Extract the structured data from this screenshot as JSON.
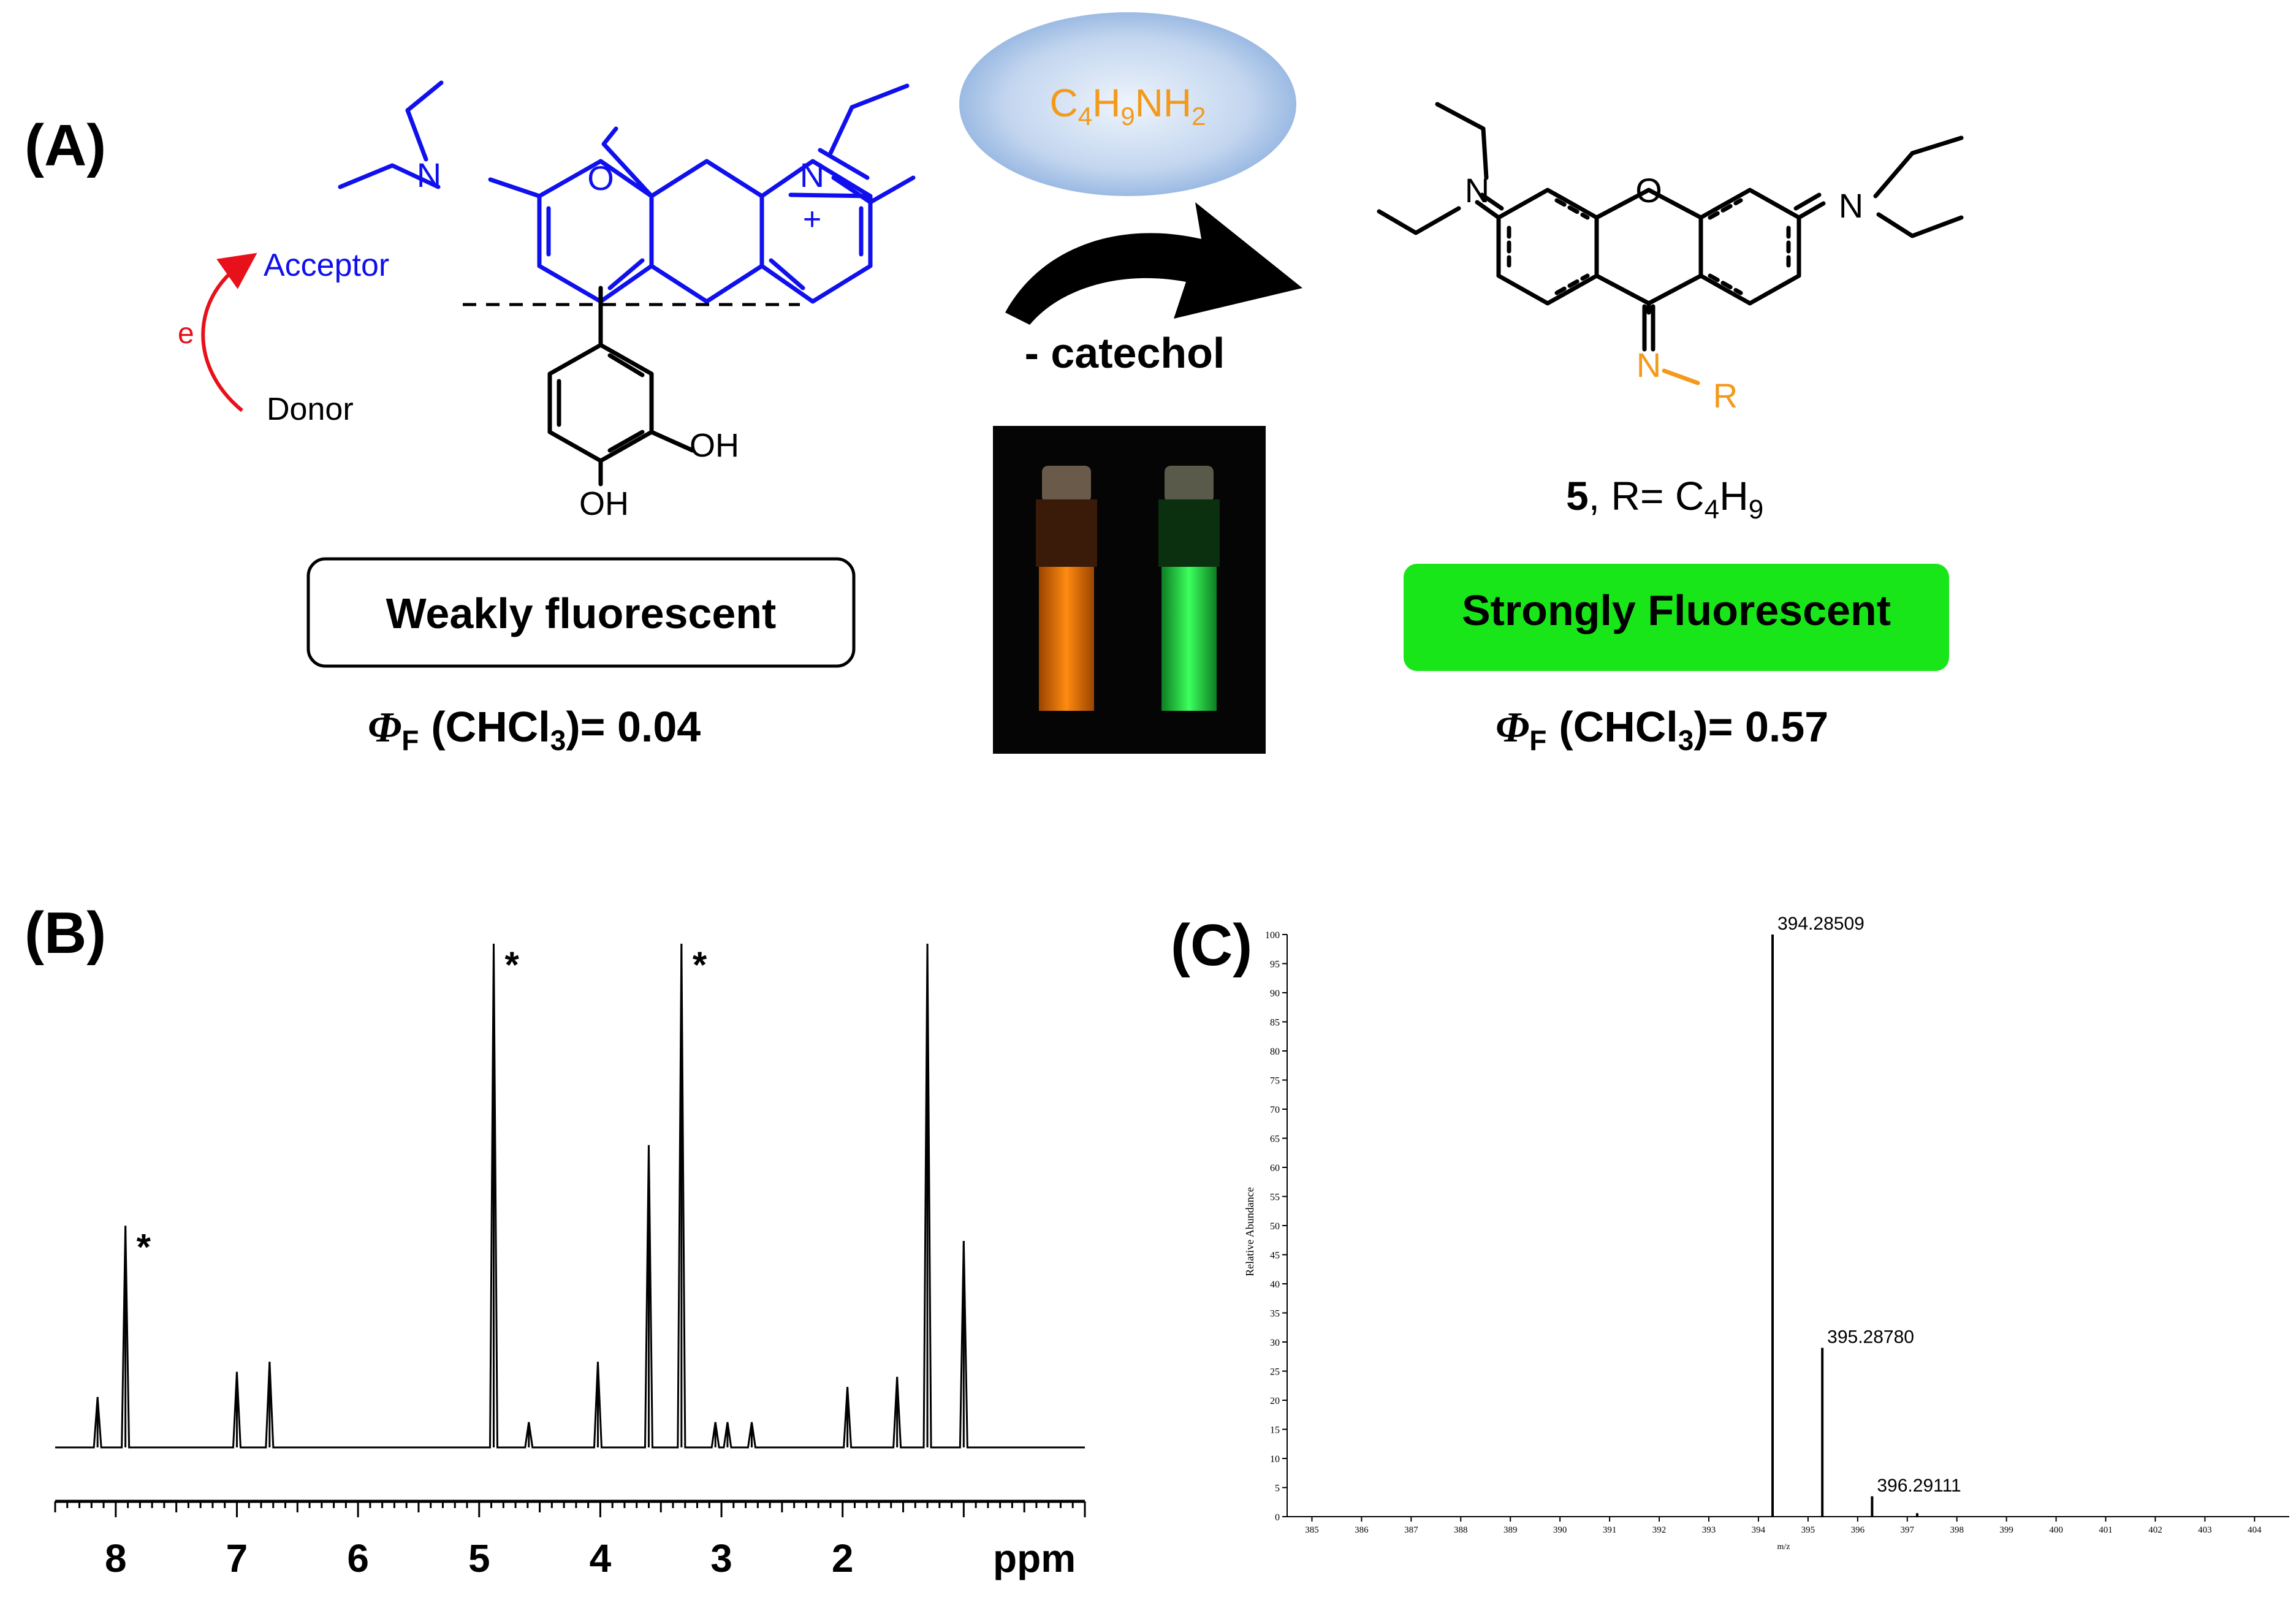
{
  "panel_a": {
    "label": "(A)",
    "reactant": {
      "acceptor_label": "Acceptor",
      "donor_label": "Donor",
      "electron_label": "e",
      "atom_o": "O",
      "atom_n": "N",
      "charge": "+",
      "oh": "OH",
      "caption": "Weakly fluorescent",
      "qy_symbol": "Φ",
      "qy_sub": "F",
      "qy_solvent_open": "(CHCl",
      "qy_solvent_sub": "3",
      "qy_solvent_close": ")= ",
      "qy_value": "0.04"
    },
    "reagent": {
      "c": "C",
      "c_sub": "4",
      "h": "H",
      "h_sub": "9",
      "nh": "NH",
      "nh_sub": "2"
    },
    "byproduct": "- catechol",
    "product": {
      "atom_o": "O",
      "atom_n": "N",
      "imine_n": "N",
      "r_group": "R",
      "compound_number": "5",
      "r_def_prefix": ", R= C",
      "r_def_sub1": "4",
      "r_def_h": "H",
      "r_def_sub2": "9",
      "caption": "Strongly Fluorescent",
      "qy_symbol": "Φ",
      "qy_sub": "F",
      "qy_solvent_open": "(CHCl",
      "qy_solvent_sub": "3",
      "qy_solvent_close": ")= ",
      "qy_value": "0.57"
    },
    "colors": {
      "acceptor_blue": "#1010ee",
      "donor_red": "#e8101a",
      "amine_orange": "#f39a1a",
      "green_box": "#19e619",
      "vial_orange": "#ff7a00",
      "vial_green": "#1ee83a"
    }
  },
  "panel_b": {
    "label": "(B)",
    "axis_unit": "ppm",
    "tick_labels": [
      "8",
      "7",
      "6",
      "5",
      "4",
      "3",
      "2"
    ],
    "solvent_marker": "*"
  },
  "panel_c": {
    "label": "(C)",
    "y_axis_title": "Relative Abundance",
    "x_axis_title": "m/z",
    "y_ticks": [
      "0",
      "5",
      "10",
      "15",
      "20",
      "25",
      "30",
      "35",
      "40",
      "45",
      "50",
      "55",
      "60",
      "65",
      "70",
      "75",
      "80",
      "85",
      "90",
      "95",
      "100"
    ],
    "x_ticks": [
      "385",
      "386",
      "387",
      "388",
      "389",
      "390",
      "391",
      "392",
      "393",
      "394",
      "395",
      "396",
      "397",
      "398",
      "399",
      "400",
      "401",
      "402",
      "403",
      "404"
    ]
  },
  "chart_data": [
    {
      "type": "line",
      "name": "1H NMR spectrum (panel B)",
      "xlabel": "ppm",
      "x_axis_reversed": true,
      "xlim": [
        8.5,
        0.0
      ],
      "peaks": [
        {
          "ppm": 8.15,
          "height": 0.1
        },
        {
          "ppm": 7.92,
          "height": 0.44,
          "label": "*"
        },
        {
          "ppm": 7.0,
          "height": 0.15
        },
        {
          "ppm": 6.73,
          "height": 0.17
        },
        {
          "ppm": 4.88,
          "height": 1.0,
          "label": "*"
        },
        {
          "ppm": 4.59,
          "height": 0.05
        },
        {
          "ppm": 4.02,
          "height": 0.17
        },
        {
          "ppm": 3.6,
          "height": 0.6
        },
        {
          "ppm": 3.33,
          "height": 1.0,
          "label": "*"
        },
        {
          "ppm": 3.05,
          "height": 0.05
        },
        {
          "ppm": 2.95,
          "height": 0.05
        },
        {
          "ppm": 2.75,
          "height": 0.05
        },
        {
          "ppm": 1.96,
          "height": 0.12
        },
        {
          "ppm": 1.55,
          "height": 0.14
        },
        {
          "ppm": 1.3,
          "height": 1.0
        },
        {
          "ppm": 1.0,
          "height": 0.41
        }
      ]
    },
    {
      "type": "bar",
      "name": "Mass spectrum (panel C)",
      "xlabel": "m/z",
      "ylabel": "Relative Abundance",
      "xlim": [
        384.5,
        404.7
      ],
      "ylim": [
        0,
        100
      ],
      "peaks": [
        {
          "mz": 394.28509,
          "abundance": 100,
          "label": "394.28509"
        },
        {
          "mz": 395.2878,
          "abundance": 29,
          "label": "395.28780"
        },
        {
          "mz": 396.29111,
          "abundance": 3.5,
          "label": "396.29111"
        },
        {
          "mz": 397.2,
          "abundance": 0.6
        }
      ]
    }
  ]
}
